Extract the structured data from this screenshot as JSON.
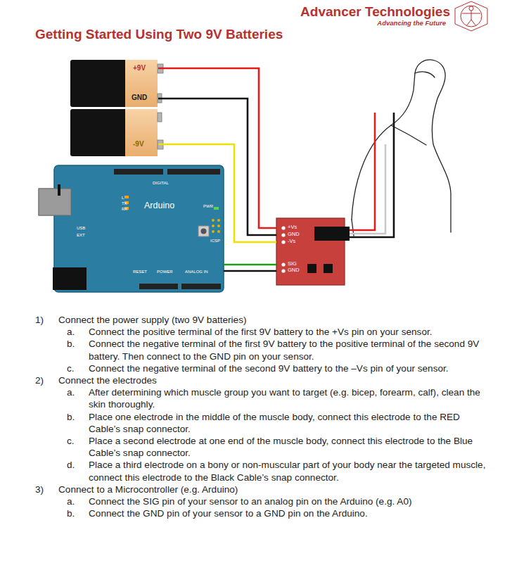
{
  "diagram": {
    "title": "Getting Started Using Two 9V Batteries",
    "nodes": [
      {
        "text": [
          "+9V",
          "GND"
        ]
      },
      {
        "text": [
          "-9V"
        ]
      },
      {
        "text": [
          "DIGITAL",
          "L",
          "TX",
          "RX",
          "Arduino",
          "PWR",
          "ICSP",
          "USB",
          "EXT",
          "RESET",
          "POWER",
          "ANALOG IN"
        ]
      },
      {
        "text": [
          "+Vs",
          "GND",
          "-Vs",
          "SIG",
          "GND"
        ]
      }
    ],
    "edges": [
      {
        "from": 0,
        "to": 3,
        "arrow": "none"
      },
      {
        "from": 0,
        "to": 3,
        "arrow": "none"
      },
      {
        "from": 1,
        "to": 3,
        "arrow": "none"
      },
      {
        "from": 3,
        "to": 2,
        "arrow": "none"
      },
      {
        "from": 3,
        "to": 2,
        "arrow": "none"
      }
    ],
    "labels": [
      "Advancer Technologies",
      "Advancing the Future",
      "1)",
      "Connect the power supply (two 9V batteries)",
      "a.",
      "Connect the positive terminal of the first 9V battery to the +Vs pin on your sensor.",
      "b.",
      "Connect the negative terminal of the first 9V battery to the positive terminal of the second 9V battery. Then connect to the GND pin on your sensor.",
      "c.",
      "Connect the negative terminal of the second 9V battery to the –Vs pin of your sensor.",
      "2)",
      "Connect the electrodes",
      "a.",
      "After determining which muscle group you want to target (e.g. bicep, forearm, calf), clean the skin thoroughly.",
      "b.",
      "Place one electrode in the middle of the muscle body, connect this electrode to the RED Cable’s snap connector.",
      "c.",
      "Place a second electrode at one end of the muscle body, connect this electrode to the Blue Cable’s snap connector.",
      "d.",
      "Place a third electrode on a bony or non-muscular part of your body near the targeted muscle, connect this electrode to the Black Cable’s snap connector.",
      "3)",
      "Connect to a Microcontroller (e.g. Arduino)",
      "a.",
      "Connect the SIG pin of your sensor to an analog pin on the Arduino (e.g. A0)",
      "b.",
      "Connect the GND pin of your sensor to a GND pin on the Arduino."
    ]
  }
}
